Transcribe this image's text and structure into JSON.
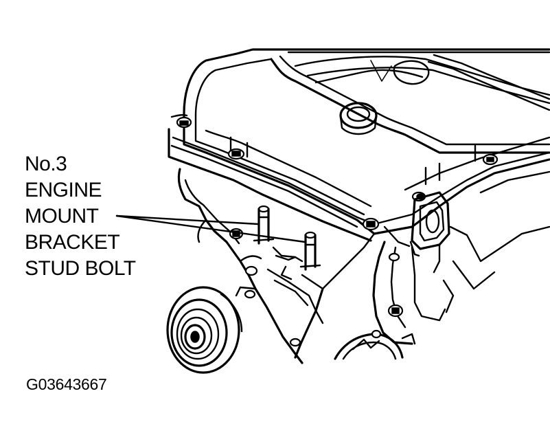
{
  "callout": {
    "lines": [
      "No.3",
      "ENGINE",
      "MOUNT",
      "BRACKET",
      "STUD BOLT"
    ]
  },
  "figure_id": "G03643667",
  "colors": {
    "ink": "#000000",
    "paper": "#ffffff"
  }
}
